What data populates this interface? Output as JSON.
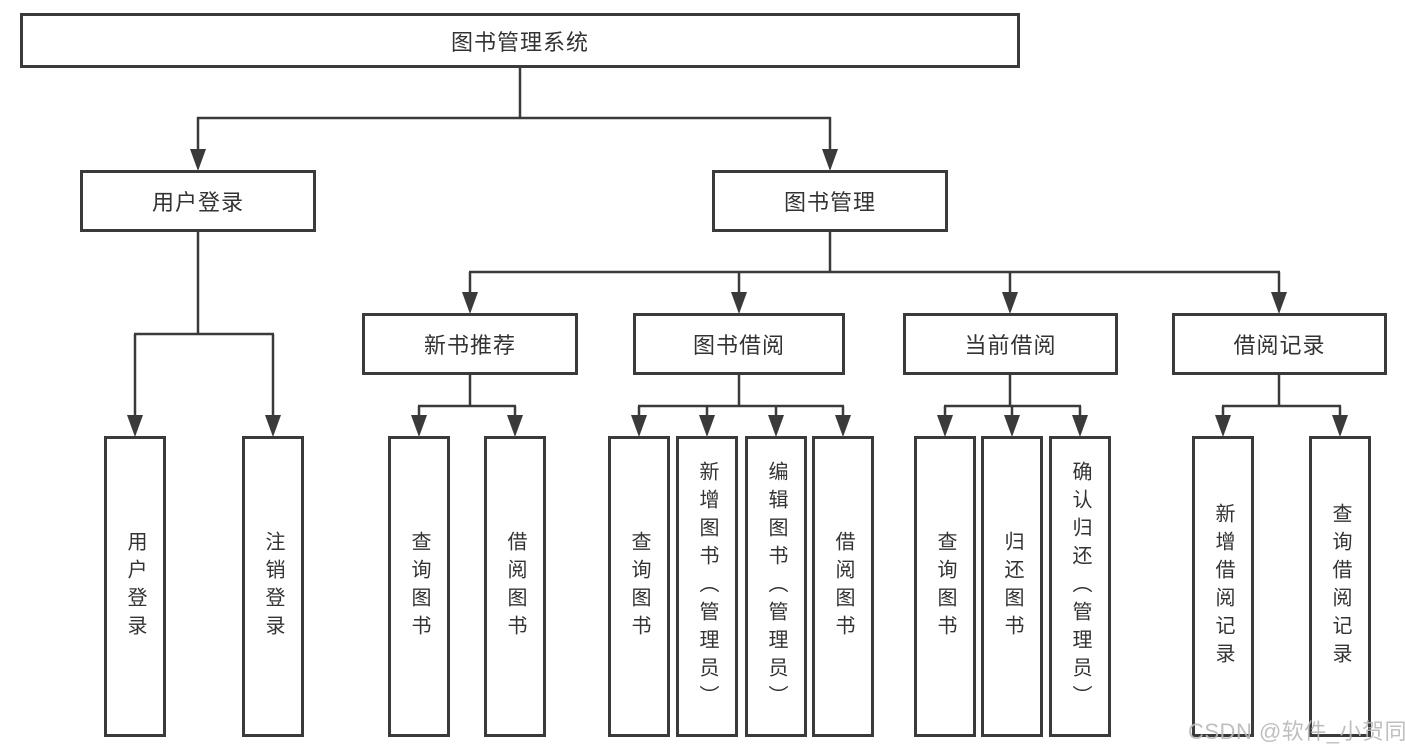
{
  "tree": {
    "root": "图书管理系统",
    "children": [
      {
        "label": "用户登录",
        "children": [
          "用户登录",
          "注销登录"
        ]
      },
      {
        "label": "图书管理",
        "children": [
          {
            "label": "新书推荐",
            "children": [
              "查询图书",
              "借阅图书"
            ]
          },
          {
            "label": "图书借阅",
            "children": [
              "查询图书",
              "新增图书（管理员）",
              "编辑图书（管理员）",
              "借阅图书"
            ]
          },
          {
            "label": "当前借阅",
            "children": [
              "查询图书",
              "归还图书",
              "确认归还（管理员）"
            ]
          },
          {
            "label": "借阅记录",
            "children": [
              "新增借阅记录",
              "查询借阅记录"
            ]
          }
        ]
      }
    ]
  },
  "watermark": "CSDN @软件_小贺同学",
  "colors": {
    "line": "#3a3a3a",
    "text": "#333333",
    "watermark": "#b9b9b9",
    "background": "#ffffff"
  }
}
